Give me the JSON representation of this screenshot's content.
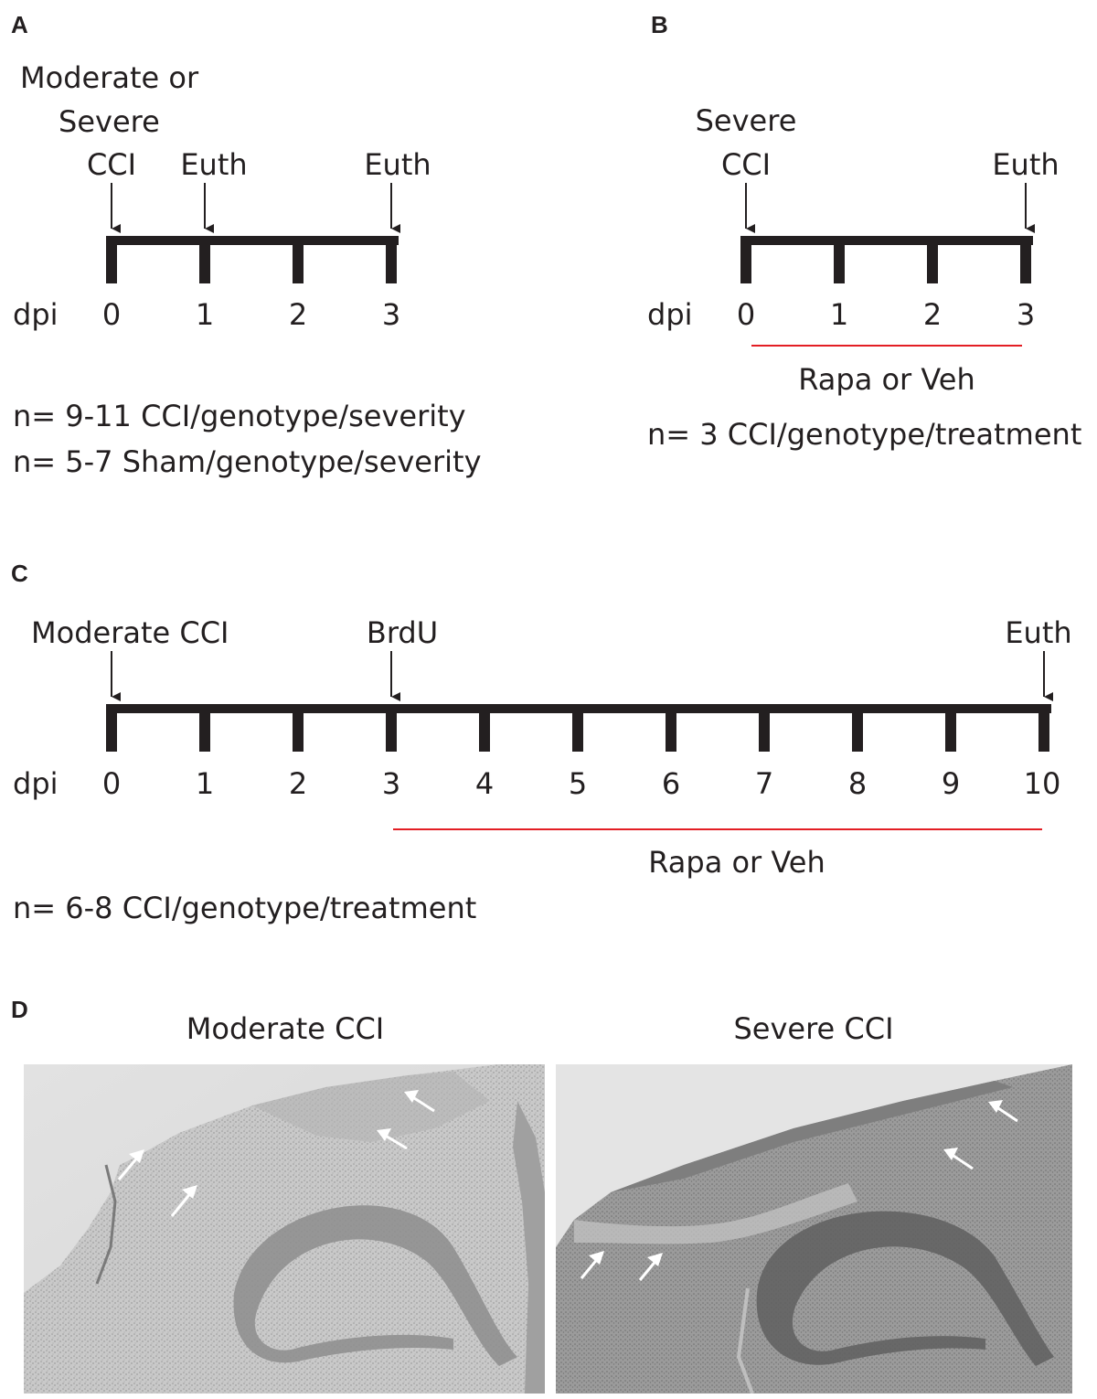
{
  "colors": {
    "ink": "#231f20",
    "treatment_line": "#e31e24",
    "arrow_white": "#ffffff"
  },
  "panel_a": {
    "letter": "A",
    "injury_label_line1": "Moderate or",
    "injury_label_line2": "Severe",
    "injury_label_line3": "CCI",
    "euth_label_1": "Euth",
    "euth_label_2": "Euth",
    "axis_label": "dpi",
    "ticks": [
      "0",
      "1",
      "2",
      "3"
    ],
    "n_line_1": "n= 9-11 CCI/genotype/severity",
    "n_line_2": "n= 5-7 Sham/genotype/severity"
  },
  "panel_b": {
    "letter": "B",
    "injury_label_line1": "Severe",
    "injury_label_line2": "CCI",
    "euth_label": "Euth",
    "axis_label": "dpi",
    "ticks": [
      "0",
      "1",
      "2",
      "3"
    ],
    "treatment_label": "Rapa or Veh",
    "n_line": "n= 3 CCI/genotype/treatment"
  },
  "panel_c": {
    "letter": "C",
    "injury_label": "Moderate CCI",
    "brdu_label": "BrdU",
    "euth_label": "Euth",
    "axis_label": "dpi",
    "ticks": [
      "0",
      "1",
      "2",
      "3",
      "4",
      "5",
      "6",
      "7",
      "8",
      "9",
      "10"
    ],
    "treatment_label": "Rapa or Veh",
    "n_line": "n= 6-8 CCI/genotype/treatment"
  },
  "panel_d": {
    "letter": "D",
    "left_title": "Moderate  CCI",
    "right_title": "Severe CCI",
    "left_image_icon": "brain-section-micrograph-icon",
    "right_image_icon": "brain-section-micrograph-icon"
  }
}
